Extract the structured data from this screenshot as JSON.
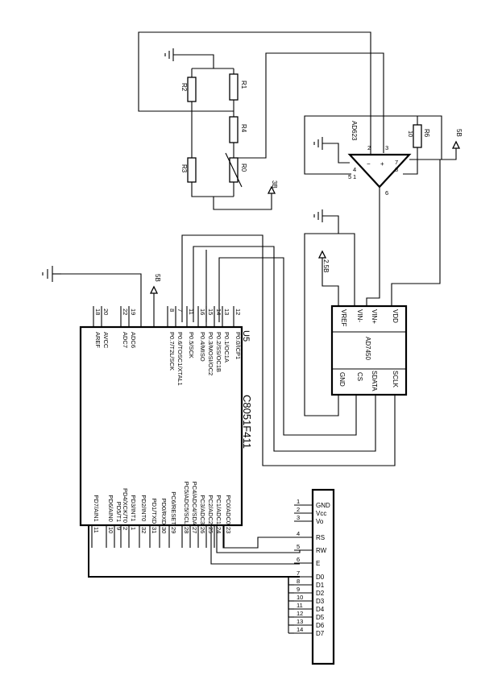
{
  "mcu": {
    "part": "C8051F411",
    "ref": "U5",
    "pins_top": [
      {
        "num": "18",
        "name": "AREF"
      },
      {
        "num": "20",
        "name": "AVCC"
      },
      {
        "num": "22",
        "name": "ADC7"
      },
      {
        "num": "19",
        "name": "ADC6"
      },
      {
        "num": "8",
        "name": "P0.7/T2L/SCK"
      },
      {
        "num": "7",
        "name": "P0.6/TOSC1/XTAL1"
      },
      {
        "num": "11",
        "name": "P0.5/SCK"
      },
      {
        "num": "16",
        "name": "P0.4/MISO"
      },
      {
        "num": "15",
        "name": "P0.3/MOSI/OC2"
      },
      {
        "num": "14",
        "name": "P0.2/SS/OC1B"
      },
      {
        "num": "13",
        "name": "P0.1/OC1A"
      },
      {
        "num": "12",
        "name": "P0.0/ICP1"
      }
    ],
    "pins_bottom": [
      {
        "num": "11",
        "name": "PD7/AIN1"
      },
      {
        "num": "10",
        "name": "PD6/AIN0"
      },
      {
        "num": "9",
        "name": "PD5/T1"
      },
      {
        "num": "2",
        "name": "PD4/XCK/T0"
      },
      {
        "num": "1",
        "name": "PD3/INT1"
      },
      {
        "num": "32",
        "name": "PD2/INT0"
      },
      {
        "num": "31",
        "name": "PD1/TXD"
      },
      {
        "num": "30",
        "name": "PD0/RXD"
      },
      {
        "num": "29",
        "name": "PC6/RESET"
      },
      {
        "num": "28",
        "name": "PC5/ADC5/SCL"
      },
      {
        "num": "27",
        "name": "PC4/ADC4/SDA"
      },
      {
        "num": "26",
        "name": "PC3/ADC3"
      },
      {
        "num": "25",
        "name": "PC2/ADC2"
      },
      {
        "num": "24",
        "name": "PC1/ADC1"
      },
      {
        "num": "23",
        "name": "PC0/ADC0"
      }
    ]
  },
  "adc": {
    "part": "AD7450",
    "pins_top": [
      "VREF",
      "VIN-",
      "VIN+",
      "VDD"
    ],
    "pins_bottom": [
      "GND",
      "CS",
      "SDATA",
      "SCLK"
    ]
  },
  "amp": {
    "part": "AD623",
    "pin_nums": [
      "2",
      "3",
      "4",
      "1",
      "8",
      "7",
      "6",
      "5"
    ],
    "minus": "−",
    "plus": "+"
  },
  "bridge": {
    "resistors": [
      "R1",
      "R2",
      "R3",
      "R4",
      "R0"
    ]
  },
  "gain_resistor": {
    "name": "R6",
    "value": "10"
  },
  "power": {
    "mcu_supply": "5B",
    "amp_supply": "5B",
    "bridge_supply": "3B",
    "vref": "2.5B"
  },
  "lcd": {
    "pins": [
      {
        "num": "1",
        "name": "GND"
      },
      {
        "num": "2",
        "name": "Vcc"
      },
      {
        "num": "3",
        "name": "Vo"
      },
      {
        "num": "4",
        "name": "RS"
      },
      {
        "num": "5",
        "name": "RW"
      },
      {
        "num": "6",
        "name": "E"
      },
      {
        "num": "7",
        "name": "D0"
      },
      {
        "num": "8",
        "name": "D1"
      },
      {
        "num": "9",
        "name": "D2"
      },
      {
        "num": "10",
        "name": "D3"
      },
      {
        "num": "11",
        "name": "D4"
      },
      {
        "num": "12",
        "name": "D5"
      },
      {
        "num": "13",
        "name": "D6"
      },
      {
        "num": "14",
        "name": "D7"
      }
    ]
  }
}
